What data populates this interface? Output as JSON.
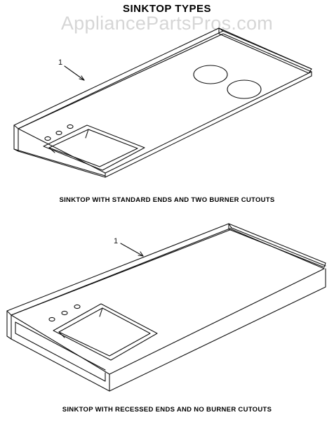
{
  "title": "SINKTOP TYPES",
  "watermark": "AppliancePartsPros.com",
  "diagrams": [
    {
      "callout": "1",
      "caption": "SINKTOP WITH STANDARD ENDS AND TWO BURNER CUTOUTS"
    },
    {
      "callout": "1",
      "caption": "SINKTOP WITH RECESSED ENDS AND NO BURNER CUTOUTS"
    }
  ]
}
